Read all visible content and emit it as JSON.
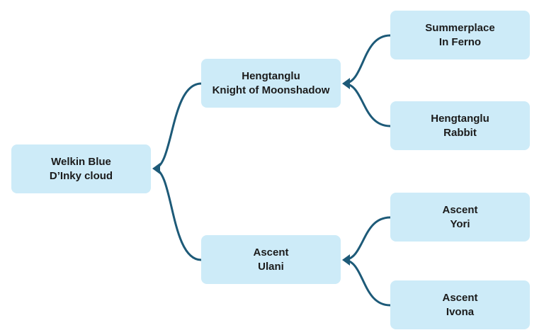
{
  "colors": {
    "node_fill": "#cdebf8",
    "connector": "#1d5a78",
    "text": "#1b1b1b"
  },
  "tree": {
    "root": {
      "line1": "Welkin Blue",
      "line2": "D’Inky cloud"
    },
    "parent_upper": {
      "line1": "Hengtanglu",
      "line2": "Knight of Moonshadow"
    },
    "parent_lower": {
      "line1": "Ascent",
      "line2": "Ulani"
    },
    "grandparents": [
      {
        "line1": "Summerplace",
        "line2": "In Ferno"
      },
      {
        "line1": "Hengtanglu",
        "line2": "Rabbit"
      },
      {
        "line1": "Ascent",
        "line2": "Yori"
      },
      {
        "line1": "Ascent",
        "line2": "Ivona"
      }
    ]
  }
}
